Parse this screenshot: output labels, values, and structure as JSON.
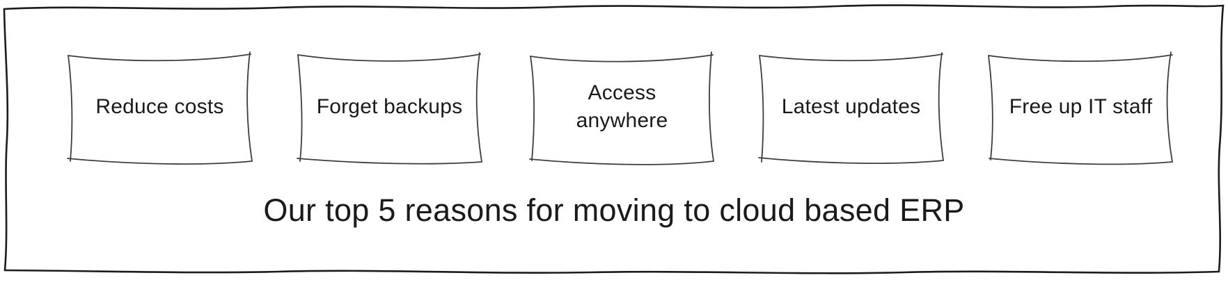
{
  "diagram": {
    "boxes": [
      {
        "label": "Reduce costs"
      },
      {
        "label": "Forget backups"
      },
      {
        "label": "Access\nanywhere"
      },
      {
        "label": "Latest updates"
      },
      {
        "label": "Free up IT staff"
      }
    ],
    "caption": "Our top 5 reasons for moving to cloud based ERP",
    "colors": {
      "frame": "#1b1b1b",
      "box_border": "#3d3d3d",
      "text": "#1a1a1a",
      "background": "#ffffff"
    }
  }
}
